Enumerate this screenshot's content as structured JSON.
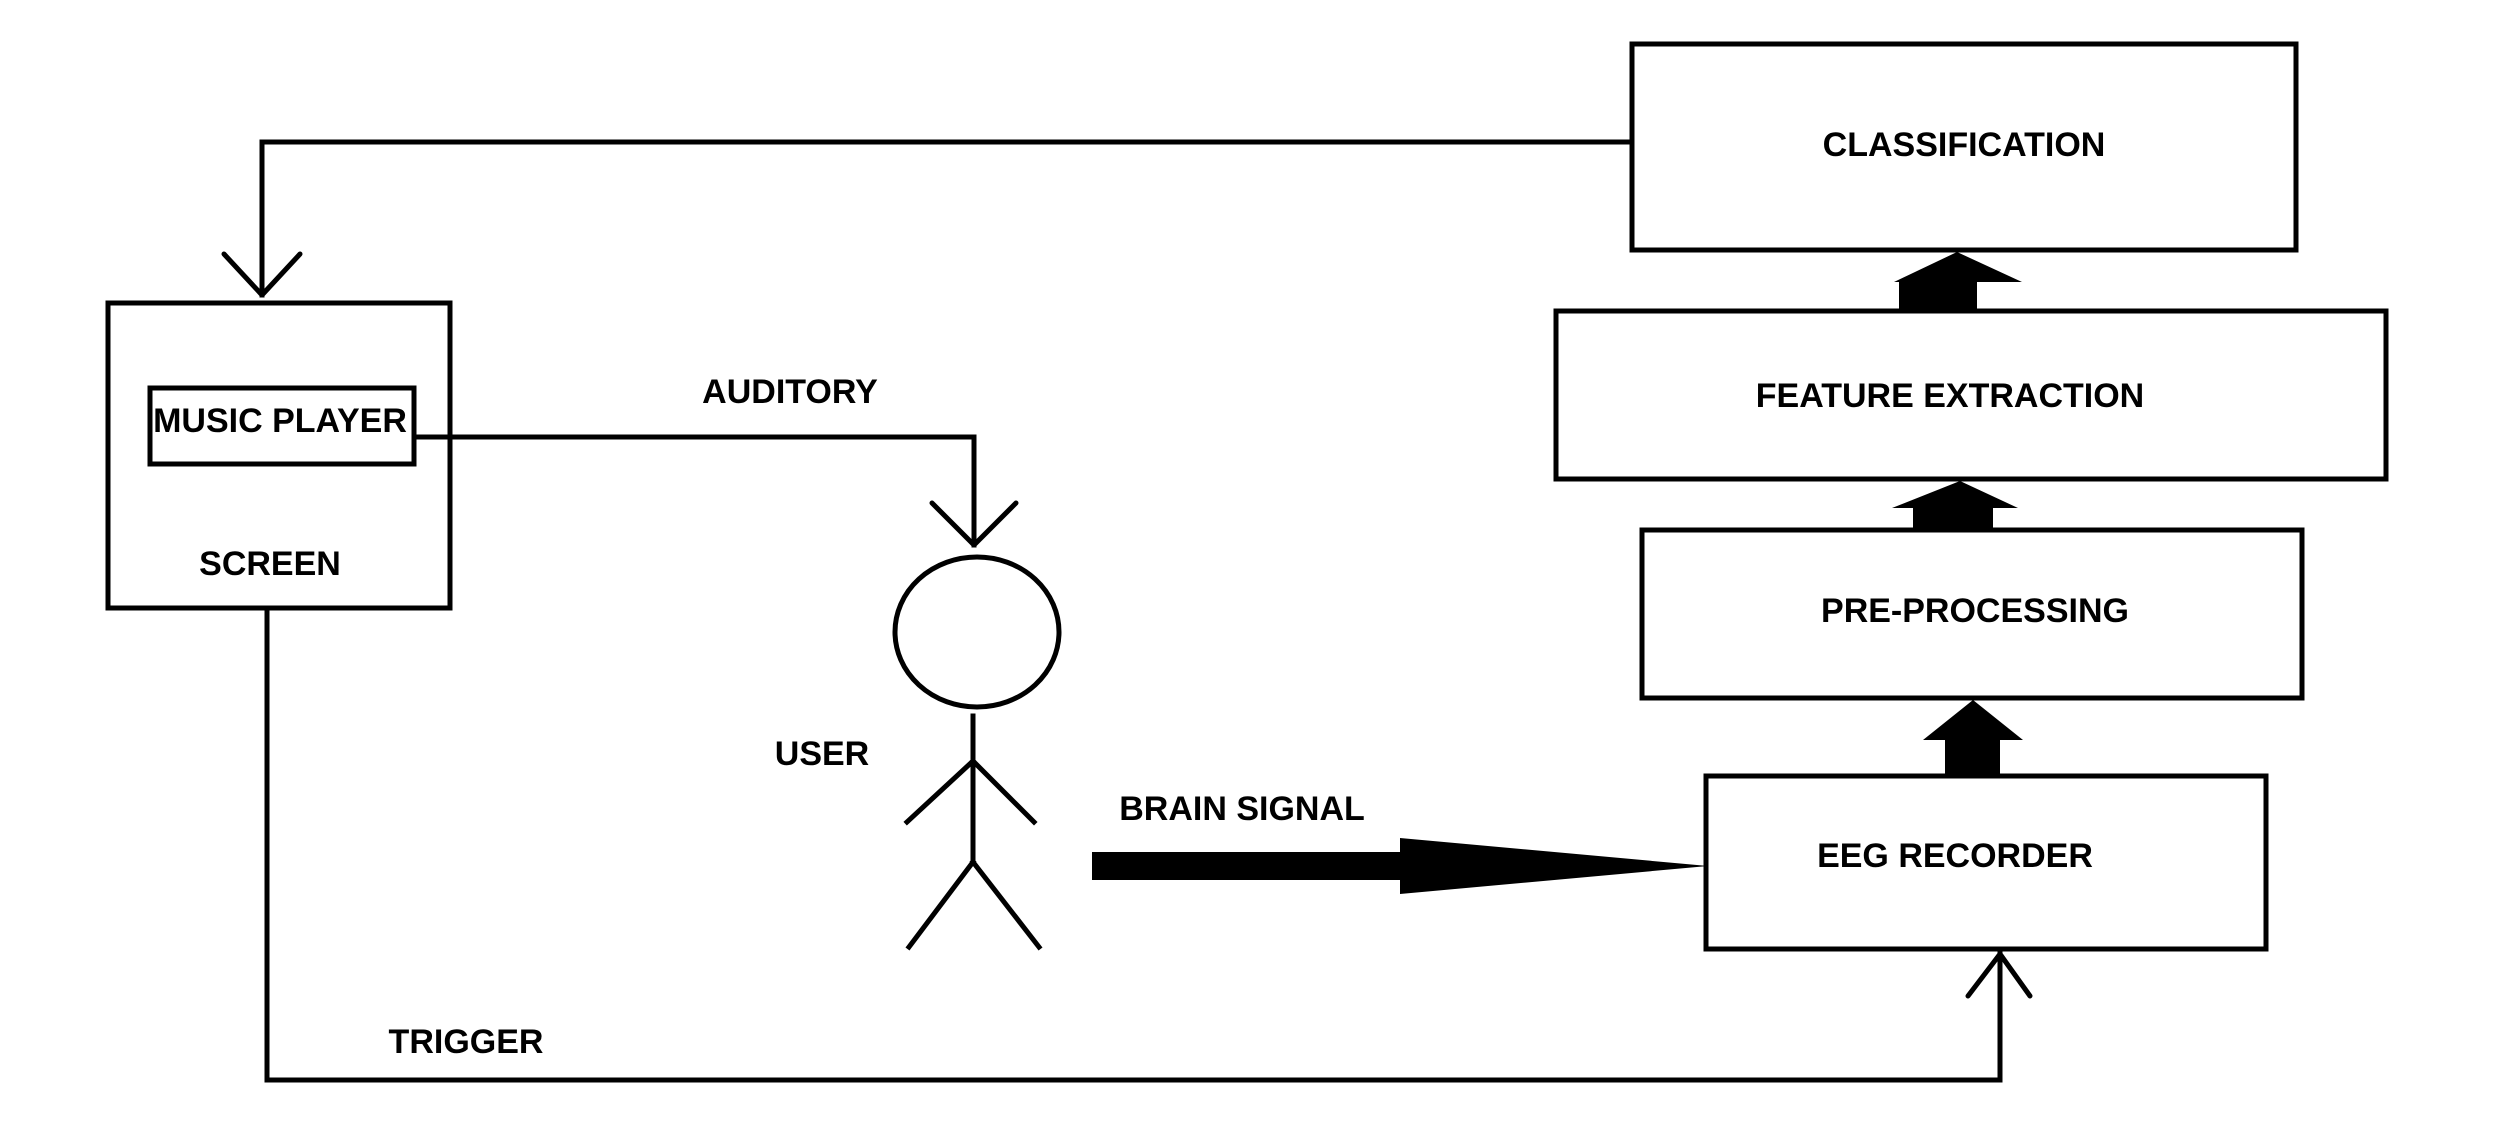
{
  "colors": {
    "background": "#ffffff",
    "ink": "#000000"
  },
  "nodes": {
    "classification": "CLASSIFICATION",
    "feature_extraction": "FEATURE EXTRACTION",
    "pre_processing": "PRE-PROCESSING",
    "eeg_recorder": "EEG RECORDER",
    "screen": "SCREEN",
    "music_player": "MUSIC PLAYER",
    "user": "USER"
  },
  "edges": {
    "auditory": "AUDITORY",
    "brain_signal": "BRAIN SIGNAL",
    "trigger": "TRIGGER"
  },
  "icons": [
    "stick-figure-user-icon"
  ]
}
